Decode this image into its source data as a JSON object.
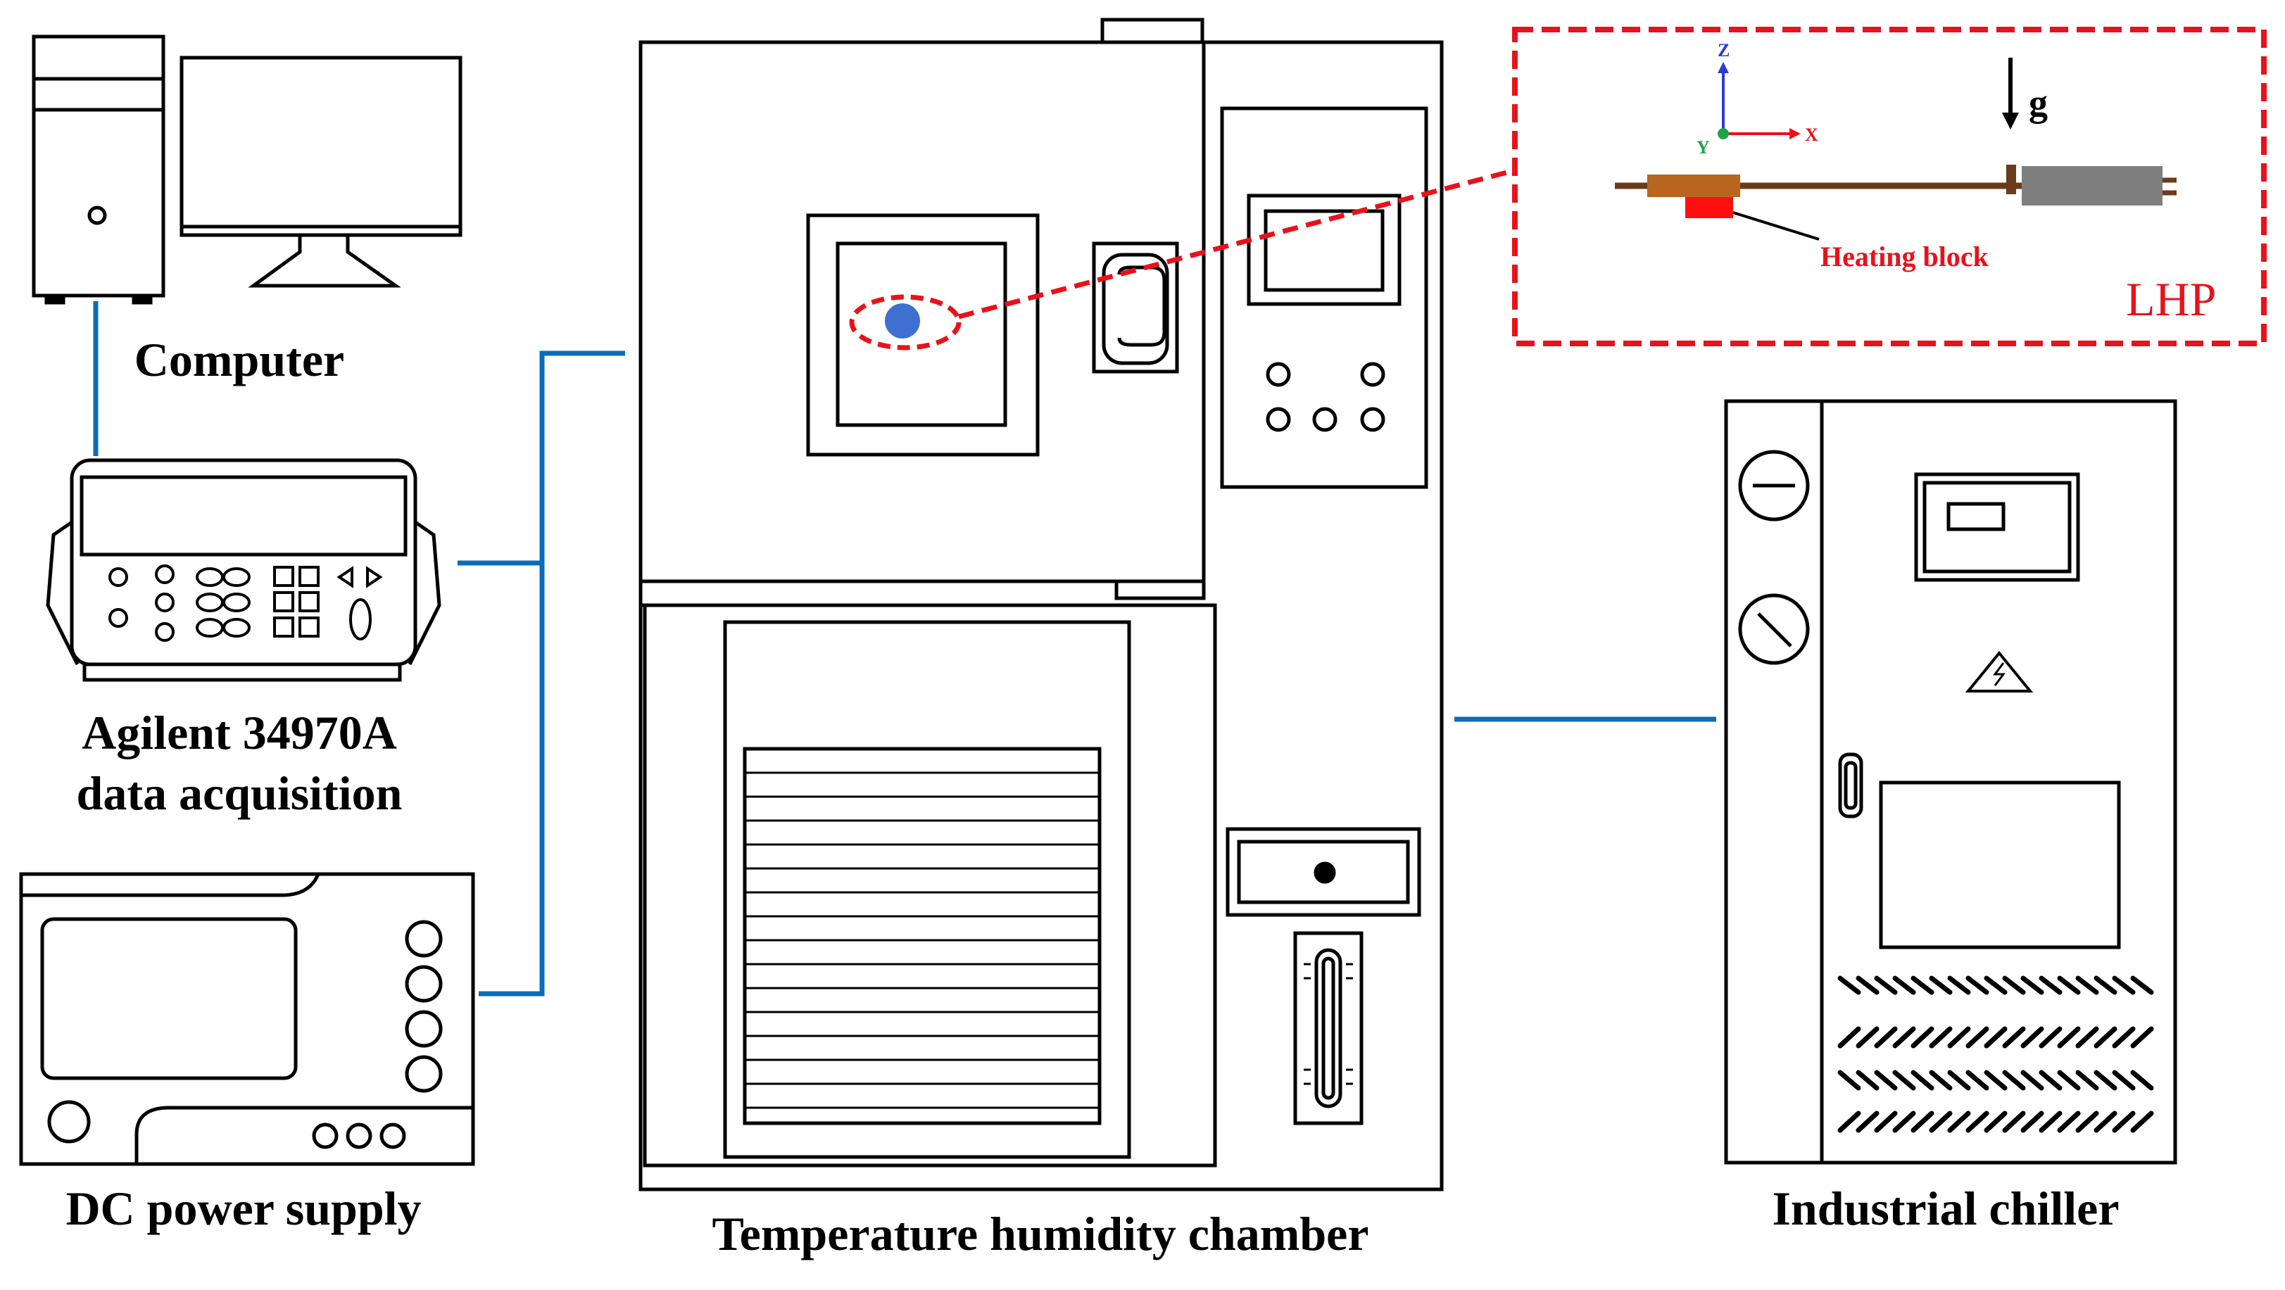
{
  "labels": {
    "computer": "Computer",
    "daq_line1": "Agilent 34970A",
    "daq_line2": "data acquisition",
    "power_supply": "DC power supply",
    "chamber": "Temperature humidity chamber",
    "chiller": "Industrial chiller"
  },
  "inset": {
    "title": "LHP",
    "heating_block": "Heating block",
    "gravity": "g",
    "axis_x": "X",
    "axis_y": "Y",
    "axis_z": "Z"
  },
  "colors": {
    "line": "#000000",
    "connector": "#0a6cb8",
    "highlight": "#e8121b",
    "sample_dot": "#3f6fd1",
    "copper": "#b8651f",
    "pipe": "#6b3a1a",
    "condenser": "#7f7f7f",
    "axis_x": "#e8121b",
    "axis_y": "#1fa34a",
    "axis_z": "#2b3bd6"
  }
}
